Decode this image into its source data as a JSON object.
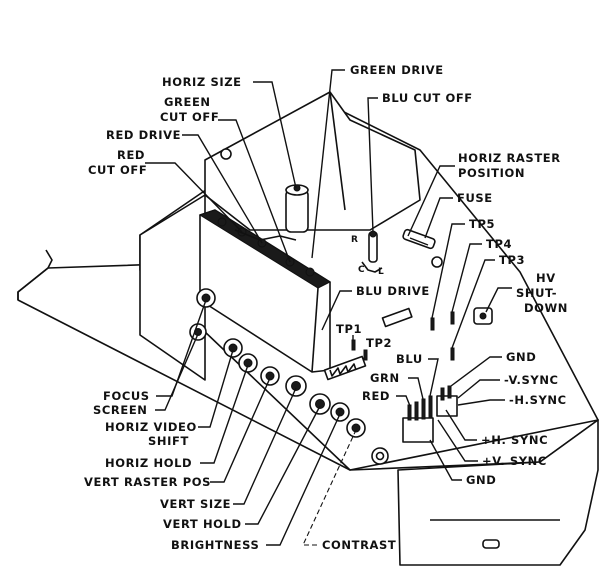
{
  "labels": {
    "horiz_size": "HORIZ SIZE",
    "green_drive": "GREEN DRIVE",
    "green_cut_off_1": "GREEN",
    "green_cut_off_2": "CUT OFF",
    "blu_cut_off": "BLU CUT OFF",
    "red_drive": "RED DRIVE",
    "red_cut_off_1": "RED",
    "red_cut_off_2": "CUT OFF",
    "horiz_raster_1": "HORIZ RASTER",
    "horiz_raster_2": "POSITION",
    "fuse": "FUSE",
    "tp5": "TP5",
    "tp4": "TP4",
    "tp3": "TP3",
    "hv_1": "HV",
    "hv_2": "SHUT-",
    "hv_3": "DOWN",
    "blu_drive": "BLU DRIVE",
    "tp1": "TP1",
    "tp2": "TP2",
    "gnd_top": "GND",
    "blu": "BLU",
    "v_sync_neg": "-V.SYNC",
    "grn": "GRN",
    "h_sync_neg": "-H.SYNC",
    "red": "RED",
    "focus": "FOCUS",
    "screen": "SCREEN",
    "horiz_video_1": "HORIZ VIDEO",
    "horiz_video_2": "SHIFT",
    "h_sync_pos": "+H. SYNC",
    "horiz_hold": "HORIZ HOLD",
    "v_sync_pos": "+V. SYNC",
    "vert_raster_pos": "VERT RASTER POS",
    "gnd_bottom": "GND",
    "vert_size": "VERT SIZE",
    "vert_hold": "VERT HOLD",
    "brightness": "BRIGHTNESS",
    "contrast": "CONTRAST",
    "board_r": "R",
    "board_c": "C",
    "board_l": "L"
  }
}
